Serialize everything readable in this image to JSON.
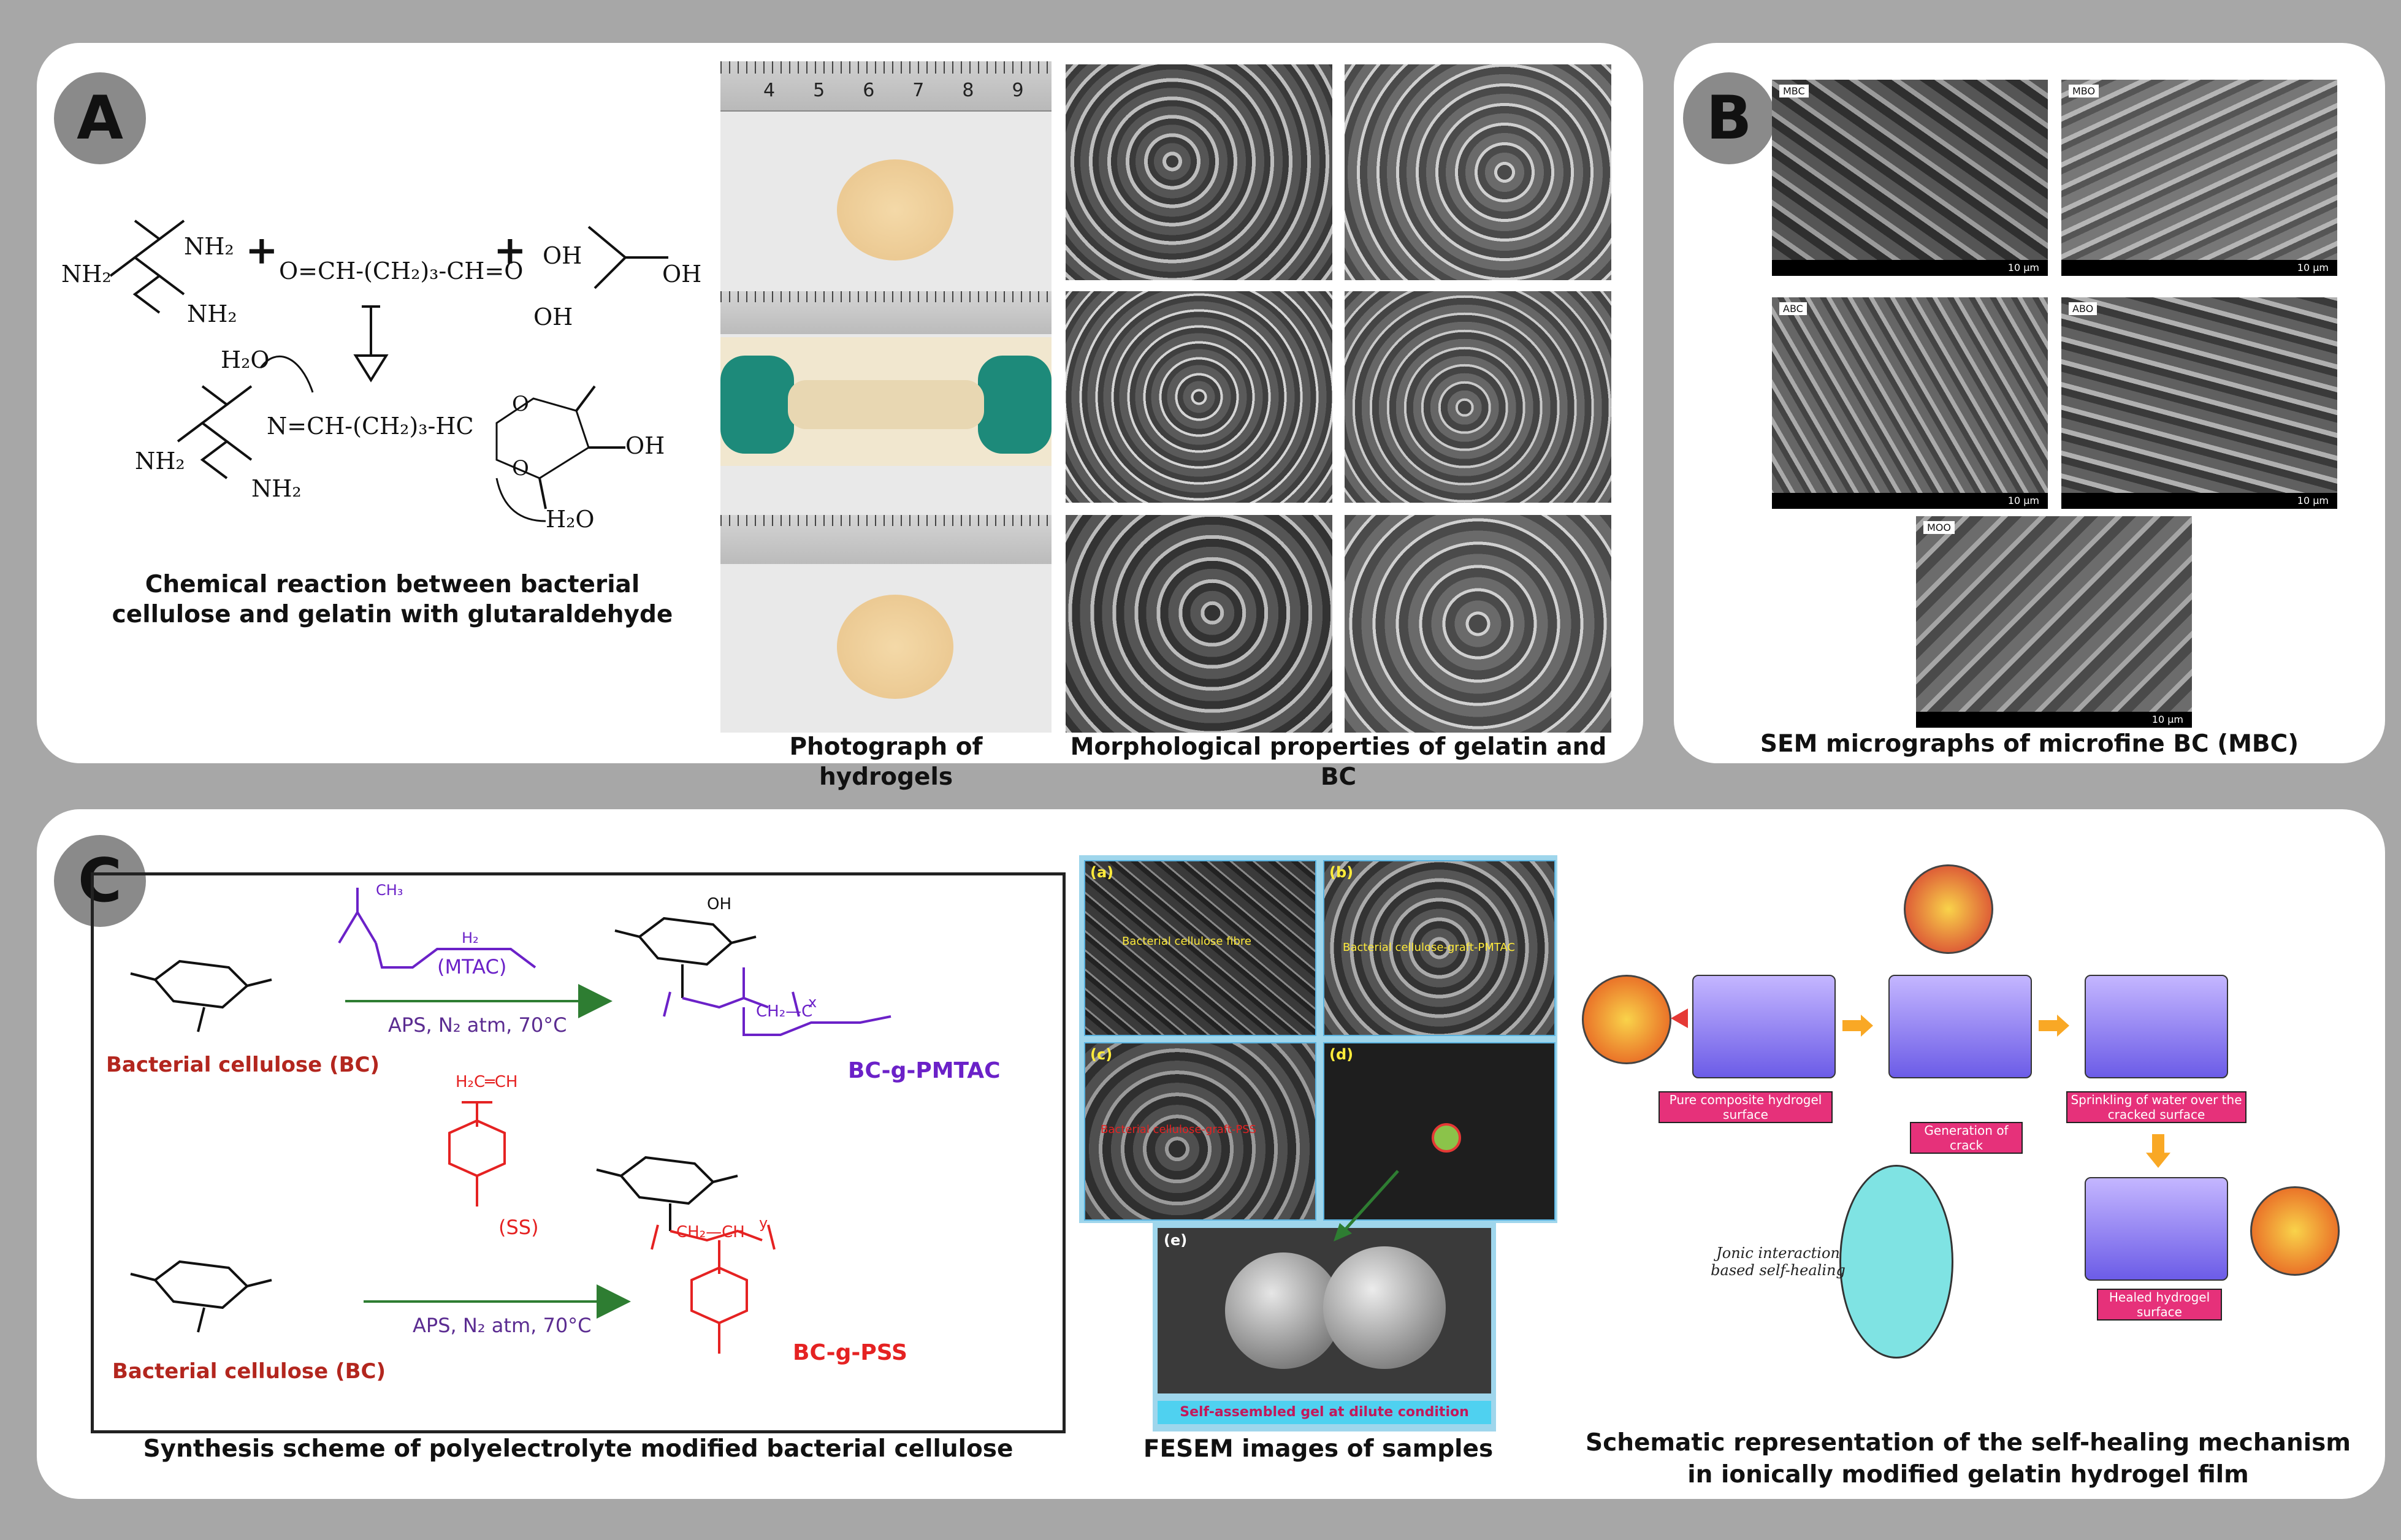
{
  "panel_a": {
    "badge": "A",
    "reaction": {
      "nh2_a": "NH₂",
      "nh2_b": "NH₂",
      "nh2_left": "NH₂",
      "glutaraldehyde": "O=CH-(CH₂)₃-CH=O",
      "oh_1": "OH",
      "oh_2": "OH",
      "oh_3": "OH",
      "water_in": "H₂O",
      "product_chain": "N=CH-(CH₂)₃-HC",
      "product_nh2_a": "NH₂",
      "product_nh2_b": "NH₂",
      "product_o1": "O",
      "product_o2": "O",
      "product_oh": "OH",
      "water_out": "H₂O"
    },
    "reaction_caption": "Chemical reaction between bacterial cellulose and gelatin with glutaraldehyde",
    "photo_caption": "Photograph of hydrogels",
    "morph_caption": "Morphological properties of gelatin and BC",
    "ruler_numbers": [
      "4",
      "5",
      "6",
      "7",
      "8",
      "9"
    ]
  },
  "panel_b": {
    "badge": "B",
    "labels": [
      "MBC",
      "MBO",
      "ABC",
      "ABO",
      "MOO"
    ],
    "scale": "10 µm",
    "caption": "SEM micrographs of microfine BC (MBC)"
  },
  "panel_c": {
    "badge": "C",
    "scheme": {
      "ch3": "CH₃",
      "h2": "H₂",
      "mtac": "(MTAC)",
      "conditions_1": "APS, N₂ atm, 70°C",
      "bc_1": "Bacterial cellulose (BC)",
      "product_1": "BC-g-PMTAC",
      "h2c_ch": "H₂C═CH",
      "ss": "(SS)",
      "conditions_2": "APS, N₂ atm, 70°C",
      "bc_2": "Bacterial cellulose (BC)",
      "product_2": "BC-g-PSS",
      "oh": "OH",
      "x": "x",
      "y": "y",
      "chain_1": "CH₂—C",
      "chain_2": "CH₂—CH"
    },
    "scheme_caption": "Synthesis scheme of polyelectrolyte modified bacterial cellulose",
    "fesem": {
      "tiles": [
        {
          "label": "(a)",
          "note": "Bacterial cellulose fibre"
        },
        {
          "label": "(b)",
          "note": "Bacterial cellulose-graft-PMTAC"
        },
        {
          "label": "(c)",
          "note": "Bacterial cellulose-graft-PSS"
        },
        {
          "label": "(d)",
          "note": ""
        }
      ],
      "big_label": "(e)",
      "banner": "Self-assembled gel at dilute condition",
      "caption": "FESEM images of samples"
    },
    "healing": {
      "box_1": "Pure composite hydrogel surface",
      "box_2": "Generation of crack",
      "box_3": "Sprinkling of water over the cracked surface",
      "box_4": "Healed hydrogel surface",
      "ionic_note": "Jonic interaction based self-healing",
      "caption_line1": "Schematic representation of the self-healing mechanism",
      "caption_line2": "in ionically modified gelatin hydrogel film"
    }
  }
}
